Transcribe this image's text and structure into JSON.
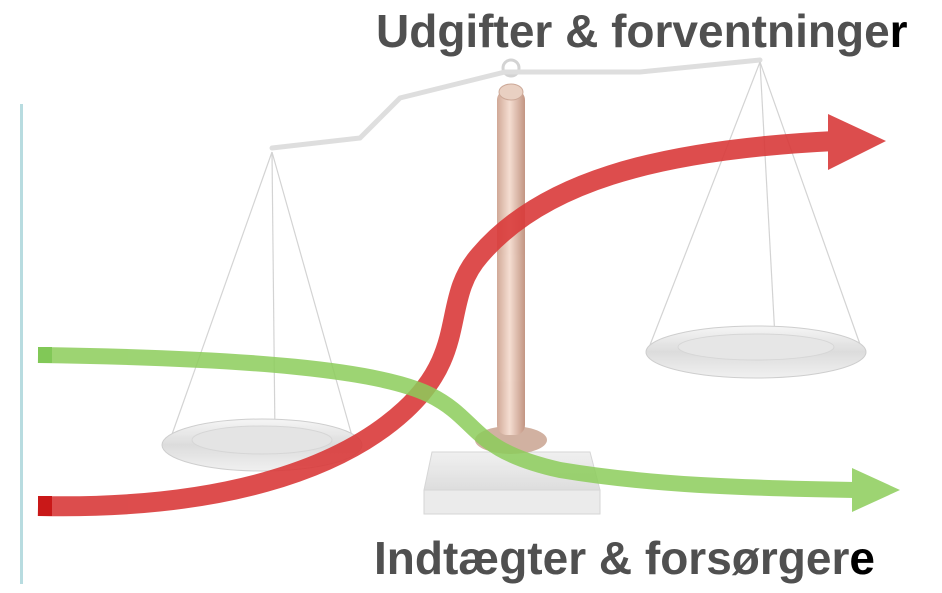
{
  "headline_top": {
    "main": "Udgifter & forventninge",
    "last": "r"
  },
  "headline_bottom": {
    "main": "Indtægter & forsørger",
    "last": "e"
  },
  "colors": {
    "rising_arrow": "#d93a3a",
    "falling_arrow": "#8ccd5a",
    "text": "#505050",
    "left_rule": "#b8dce0"
  },
  "icons": [
    "balance-scale-icon",
    "rising-red-arrow",
    "falling-green-arrow"
  ]
}
